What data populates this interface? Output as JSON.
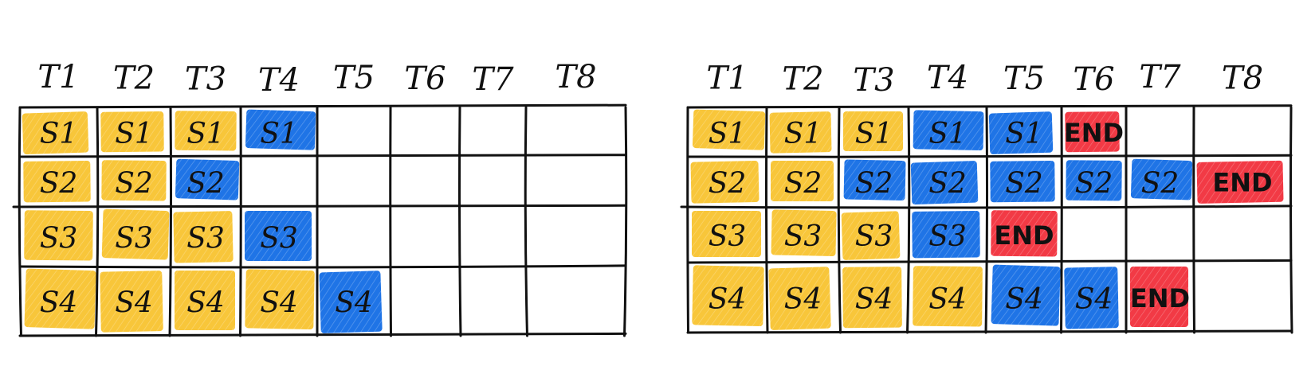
{
  "colors": {
    "yellow": "#f8c63a",
    "blue": "#1f74e6",
    "red": "#f23a45",
    "ink": "#111111"
  },
  "tables": [
    {
      "name": "left",
      "headers": [
        "T1",
        "T2",
        "T3",
        "T4",
        "T5",
        "T6",
        "T7",
        "T8"
      ],
      "rows": [
        [
          {
            "text": "S1",
            "color": "yellow"
          },
          {
            "text": "S1",
            "color": "yellow"
          },
          {
            "text": "S1",
            "color": "yellow"
          },
          {
            "text": "S1",
            "color": "blue"
          },
          {
            "text": "",
            "color": ""
          },
          {
            "text": "",
            "color": ""
          },
          {
            "text": "",
            "color": ""
          },
          {
            "text": "",
            "color": ""
          }
        ],
        [
          {
            "text": "S2",
            "color": "yellow"
          },
          {
            "text": "S2",
            "color": "yellow"
          },
          {
            "text": "S2",
            "color": "blue"
          },
          {
            "text": "",
            "color": ""
          },
          {
            "text": "",
            "color": ""
          },
          {
            "text": "",
            "color": ""
          },
          {
            "text": "",
            "color": ""
          },
          {
            "text": "",
            "color": ""
          }
        ],
        [
          {
            "text": "S3",
            "color": "yellow"
          },
          {
            "text": "S3",
            "color": "yellow"
          },
          {
            "text": "S3",
            "color": "yellow"
          },
          {
            "text": "S3",
            "color": "blue"
          },
          {
            "text": "",
            "color": ""
          },
          {
            "text": "",
            "color": ""
          },
          {
            "text": "",
            "color": ""
          },
          {
            "text": "",
            "color": ""
          }
        ],
        [
          {
            "text": "S4",
            "color": "yellow"
          },
          {
            "text": "S4",
            "color": "yellow"
          },
          {
            "text": "S4",
            "color": "yellow"
          },
          {
            "text": "S4",
            "color": "yellow"
          },
          {
            "text": "S4",
            "color": "blue"
          },
          {
            "text": "",
            "color": ""
          },
          {
            "text": "",
            "color": ""
          },
          {
            "text": "",
            "color": ""
          }
        ]
      ]
    },
    {
      "name": "right",
      "headers": [
        "T1",
        "T2",
        "T3",
        "T4",
        "T5",
        "T6",
        "T7",
        "T8"
      ],
      "rows": [
        [
          {
            "text": "S1",
            "color": "yellow"
          },
          {
            "text": "S1",
            "color": "yellow"
          },
          {
            "text": "S1",
            "color": "yellow"
          },
          {
            "text": "S1",
            "color": "blue"
          },
          {
            "text": "S1",
            "color": "blue"
          },
          {
            "text": "END",
            "color": "red"
          },
          {
            "text": "",
            "color": ""
          },
          {
            "text": "",
            "color": ""
          }
        ],
        [
          {
            "text": "S2",
            "color": "yellow"
          },
          {
            "text": "S2",
            "color": "yellow"
          },
          {
            "text": "S2",
            "color": "blue"
          },
          {
            "text": "S2",
            "color": "blue"
          },
          {
            "text": "S2",
            "color": "blue"
          },
          {
            "text": "S2",
            "color": "blue"
          },
          {
            "text": "S2",
            "color": "blue"
          },
          {
            "text": "END",
            "color": "red"
          }
        ],
        [
          {
            "text": "S3",
            "color": "yellow"
          },
          {
            "text": "S3",
            "color": "yellow"
          },
          {
            "text": "S3",
            "color": "yellow"
          },
          {
            "text": "S3",
            "color": "blue"
          },
          {
            "text": "END",
            "color": "red"
          },
          {
            "text": "",
            "color": ""
          },
          {
            "text": "",
            "color": ""
          },
          {
            "text": "",
            "color": ""
          }
        ],
        [
          {
            "text": "S4",
            "color": "yellow"
          },
          {
            "text": "S4",
            "color": "yellow"
          },
          {
            "text": "S4",
            "color": "yellow"
          },
          {
            "text": "S4",
            "color": "yellow"
          },
          {
            "text": "S4",
            "color": "blue"
          },
          {
            "text": "S4",
            "color": "blue"
          },
          {
            "text": "END",
            "color": "red"
          },
          {
            "text": "",
            "color": ""
          }
        ]
      ]
    }
  ]
}
